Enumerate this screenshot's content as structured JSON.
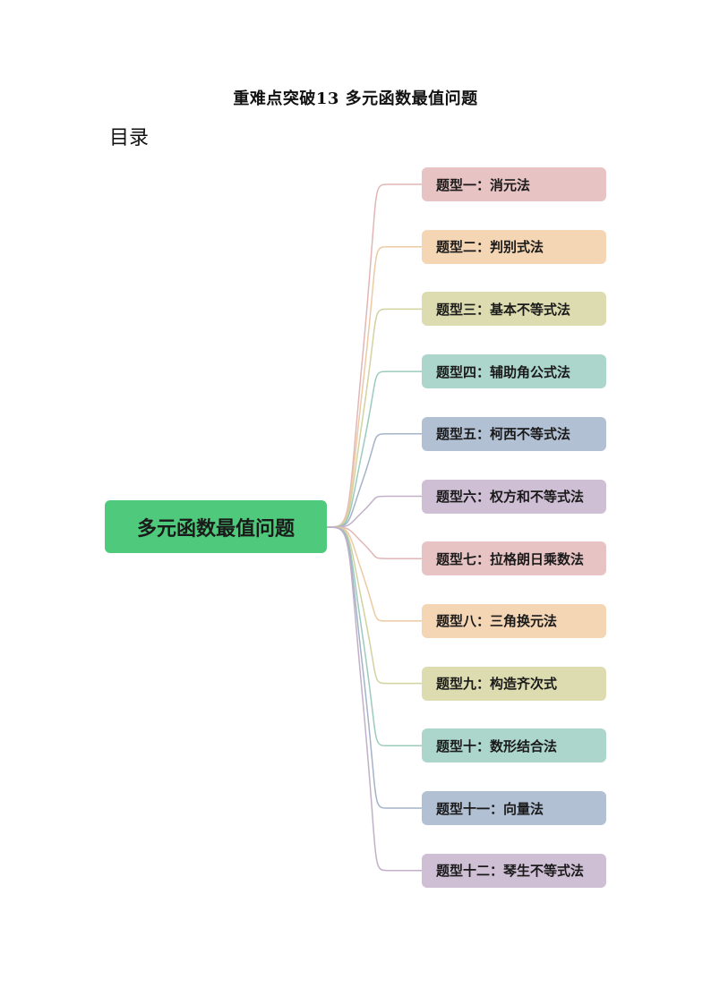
{
  "document": {
    "title": "重难点突破13  多元函数最值问题",
    "toc_heading": "目录"
  },
  "mindmap": {
    "root": "多元函数最值问题",
    "branches": [
      {
        "label": "题型一：消元法",
        "fill": "#e8c3c3",
        "line": "#e2b6b6"
      },
      {
        "label": "题型二：判别式法",
        "fill": "#f4d5b4",
        "line": "#eccaa3"
      },
      {
        "label": "题型三：基本不等式法",
        "fill": "#dcdcb0",
        "line": "#d2d2a0"
      },
      {
        "label": "题型四：辅助角公式法",
        "fill": "#acd6cc",
        "line": "#9ccbbe"
      },
      {
        "label": "题型五：柯西不等式法",
        "fill": "#b2c0d3",
        "line": "#a4b3c8"
      },
      {
        "label": "题型六：权方和不等式法",
        "fill": "#cfbfd5",
        "line": "#c1b0c8"
      },
      {
        "label": "题型七：拉格朗日乘数法",
        "fill": "#e8c3c3",
        "line": "#e2b6b6"
      },
      {
        "label": "题型八：三角换元法",
        "fill": "#f4d5b4",
        "line": "#eccaa3"
      },
      {
        "label": "题型九：构造齐次式",
        "fill": "#dcdcb0",
        "line": "#d2d2a0"
      },
      {
        "label": "题型十：数形结合法",
        "fill": "#acd6cc",
        "line": "#9ccbbe"
      },
      {
        "label": "题型十一：向量法",
        "fill": "#b2c0d3",
        "line": "#a4b3c8"
      },
      {
        "label": "题型十二：琴生不等式法",
        "fill": "#cfbfd5",
        "line": "#c1b0c8"
      }
    ]
  }
}
